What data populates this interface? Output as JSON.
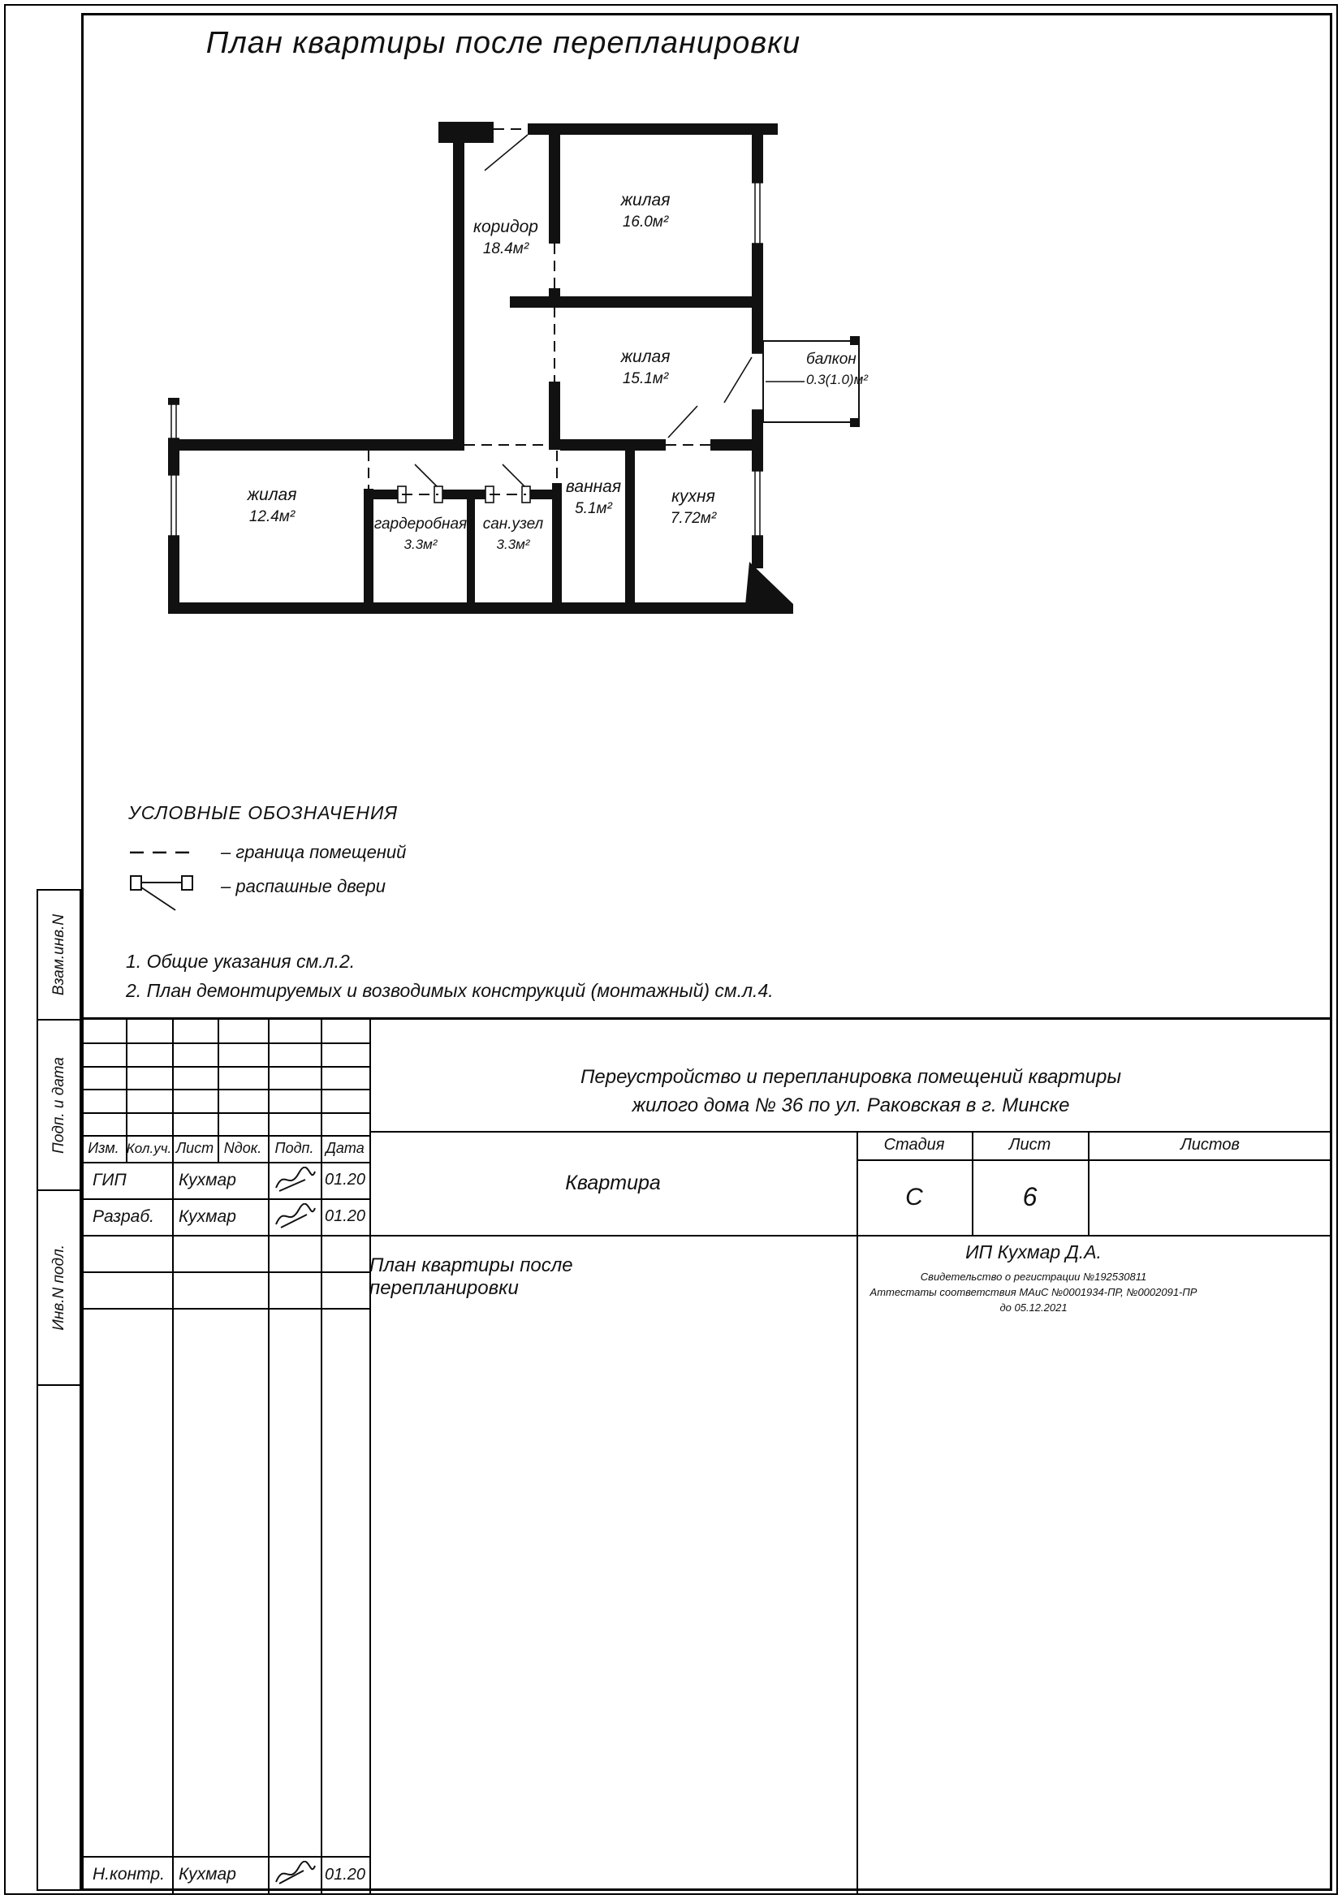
{
  "sheet": {
    "title": "План квартиры после перепланировки"
  },
  "plan": {
    "rooms": {
      "koridor": {
        "name": "коридор",
        "area": "18.4м²"
      },
      "zhilaya16": {
        "name": "жилая",
        "area": "16.0м²"
      },
      "zhilaya15": {
        "name": "жилая",
        "area": "15.1м²"
      },
      "balkon": {
        "name": "балкон",
        "area": "0.3(1.0)м²"
      },
      "zhilaya12": {
        "name": "жилая",
        "area": "12.4м²"
      },
      "garderobnaya": {
        "name": "гардеробная",
        "area": "3.3м²"
      },
      "sanuzel": {
        "name": "сан.узел",
        "area": "3.3м²"
      },
      "vannaya": {
        "name": "ванная",
        "area": "5.1м²"
      },
      "kuhnya": {
        "name": "кухня",
        "area": "7.72м²"
      }
    }
  },
  "legend": {
    "title": "УСЛОВНЫЕ ОБОЗНАЧЕНИЯ",
    "boundary_label": "– граница помещений",
    "doors_label": "– распашные двери"
  },
  "notes": {
    "note1": "1. Общие указания см.л.2.",
    "note2": "2. План демонтируемых и возводимых конструкций (монтажный) см.л.4."
  },
  "margin": {
    "vzam": "Взам.инв.N",
    "podp": "Подп. и дата",
    "inv": "Инв.N подл."
  },
  "title_block": {
    "col_izm": "Изм.",
    "col_koluch": "Кол.уч.",
    "col_list": "Лист",
    "col_ndok": "Nдок.",
    "col_podp": "Подп.",
    "col_data": "Дата",
    "row_gip": {
      "role": "ГИП",
      "name": "Кухмар",
      "date": "01.20"
    },
    "row_razrab": {
      "role": "Разраб.",
      "name": "Кухмар",
      "date": "01.20"
    },
    "row_nkontr": {
      "role": "Н.контр.",
      "name": "Кухмар",
      "date": "01.20"
    },
    "project_line1": "Переустройство и перепланировка помещений квартиры",
    "project_line2": "жилого дома № 36 по ул. Раковская в г. Минске",
    "object_name": "Квартира",
    "drawing_name": "План квартиры после перепланировки",
    "stage_label": "Стадия",
    "sheet_label": "Лист",
    "sheets_label": "Листов",
    "stage_value": "С",
    "sheet_value": "6",
    "company": "ИП Кухмар Д.А.",
    "cert_line1": "Свидетельство о регистрации №192530811",
    "cert_line2": "Аттестаты соответствия МАиС №0001934-ПР, №0002091-ПР",
    "cert_line3": "до 05.12.2021"
  }
}
